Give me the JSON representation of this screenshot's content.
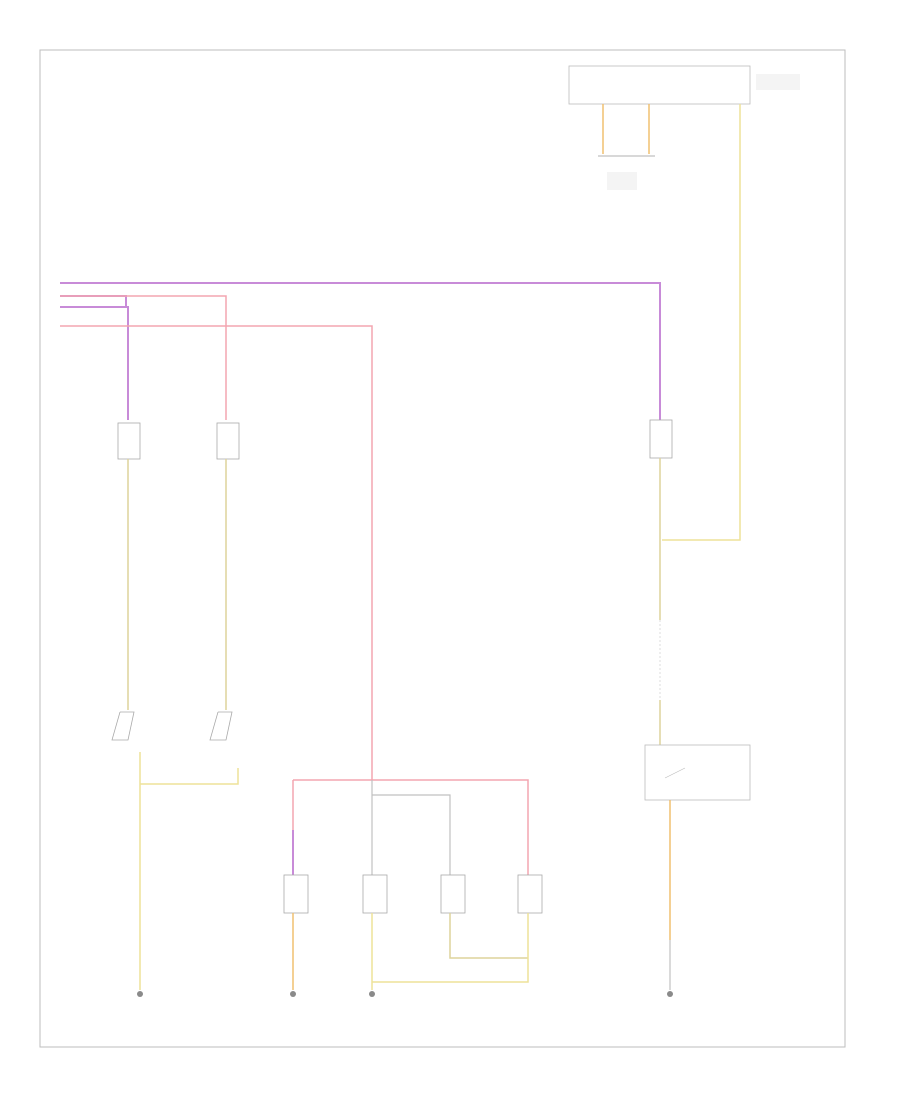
{
  "page": {
    "footer": ""
  },
  "components": [
    {
      "id": "top-module",
      "label": ""
    },
    {
      "id": "left-footwell-light",
      "label": ""
    },
    {
      "id": "right-footwell-light",
      "label": ""
    },
    {
      "id": "left-door-switch",
      "label": ""
    },
    {
      "id": "right-door-switch",
      "label": ""
    },
    {
      "id": "luggage-light",
      "label": ""
    },
    {
      "id": "luggage-switch",
      "label": ""
    },
    {
      "id": "lamp-1",
      "label": ""
    },
    {
      "id": "lamp-2",
      "label": ""
    },
    {
      "id": "lamp-3",
      "label": ""
    },
    {
      "id": "lamp-4",
      "label": ""
    }
  ],
  "wire_colors": {
    "purple": "#c88bd8",
    "pink": "#f3a5b0",
    "tan": "#ded39c",
    "yellow": "#eee299",
    "orange": "#f0c070",
    "gray": "#c0c0c0"
  }
}
